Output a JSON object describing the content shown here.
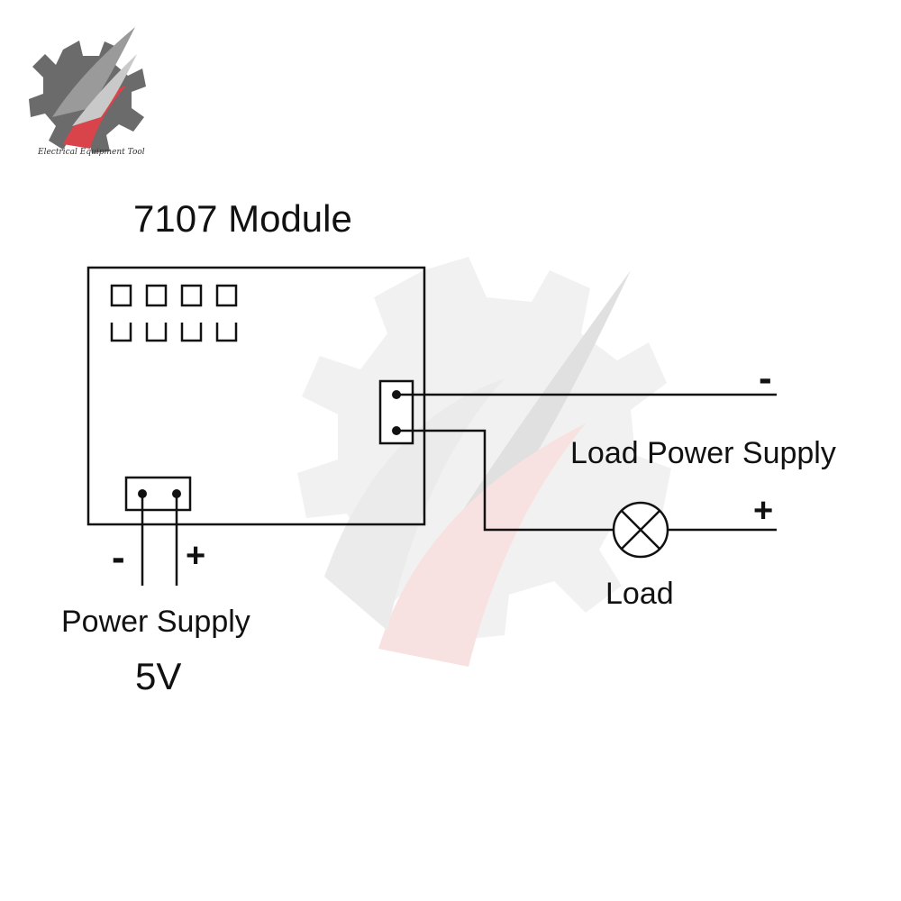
{
  "logo": {
    "caption": "Electrical Equipment Tool",
    "icon": "gear-lightning-logo-icon",
    "colors": {
      "gear": "#6b6b6b",
      "accent": "#d9434a"
    }
  },
  "diagram": {
    "module_title": "7107 Module",
    "load_power_supply": {
      "label": "Load Power Supply",
      "negative": "-",
      "positive": "+"
    },
    "load": {
      "label": "Load",
      "icon": "lamp-icon"
    },
    "power_supply": {
      "label": "Power Supply",
      "voltage": "5V",
      "negative": "-",
      "positive": "+"
    },
    "colors": {
      "line": "#111111",
      "watermark_gray": "#d4d4d4",
      "watermark_red": "#f3c3c3"
    }
  }
}
